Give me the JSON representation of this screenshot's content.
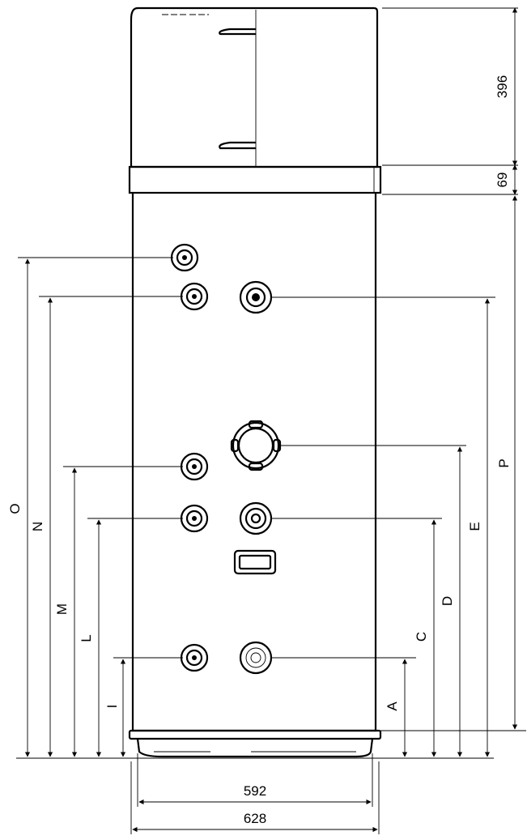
{
  "dimensions": {
    "top_396": "396",
    "top_69": "69",
    "width_592": "592",
    "width_628": "628"
  },
  "letters": {
    "O": "O",
    "N": "N",
    "M": "M",
    "L": "L",
    "I": "I",
    "A": "A",
    "C": "C",
    "D": "D",
    "E": "E",
    "P": "P"
  }
}
